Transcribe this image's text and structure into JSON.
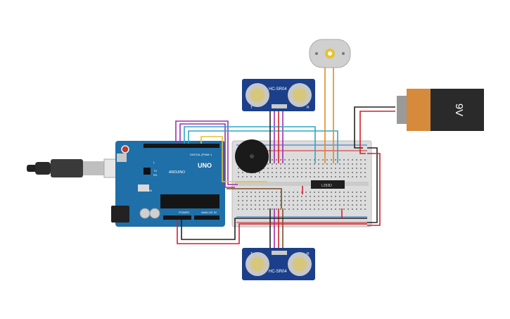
{
  "arduino": {
    "logo": "UNO",
    "brand": "ARDUINO",
    "digital_label": "DIGITAL (PWM~)",
    "power_label": "POWER",
    "analog_label": "ANALOG IN",
    "tx_label": "TX",
    "rx_label": "RX",
    "l_label": "L",
    "on_label": "ON"
  },
  "sensor_top": {
    "model": "HC-SR04",
    "left_label": "T",
    "right_label": "R"
  },
  "sensor_bottom": {
    "model": "HC-SR04",
    "left_label": "T",
    "right_label": "R"
  },
  "driver_chip": {
    "label": "L293D"
  },
  "battery": {
    "label": "9V"
  },
  "colors": {
    "arduino_board": "#1f6fa8",
    "sensor_board": "#1b3f8a",
    "breadboard": "#dcdcdc",
    "battery_orange": "#d58a3c",
    "battery_dark": "#2a2a2a",
    "wire_purple": "#9b2fae",
    "wire_cyan": "#2aa7c9",
    "wire_yellow": "#e8c22a",
    "wire_orange": "#e08a1e",
    "wire_red": "#d4202a",
    "wire_black": "#222222",
    "wire_brown": "#7a4a2a"
  },
  "icons": [
    "usb-cable-icon",
    "motor-icon",
    "buzzer-icon",
    "battery-icon"
  ]
}
